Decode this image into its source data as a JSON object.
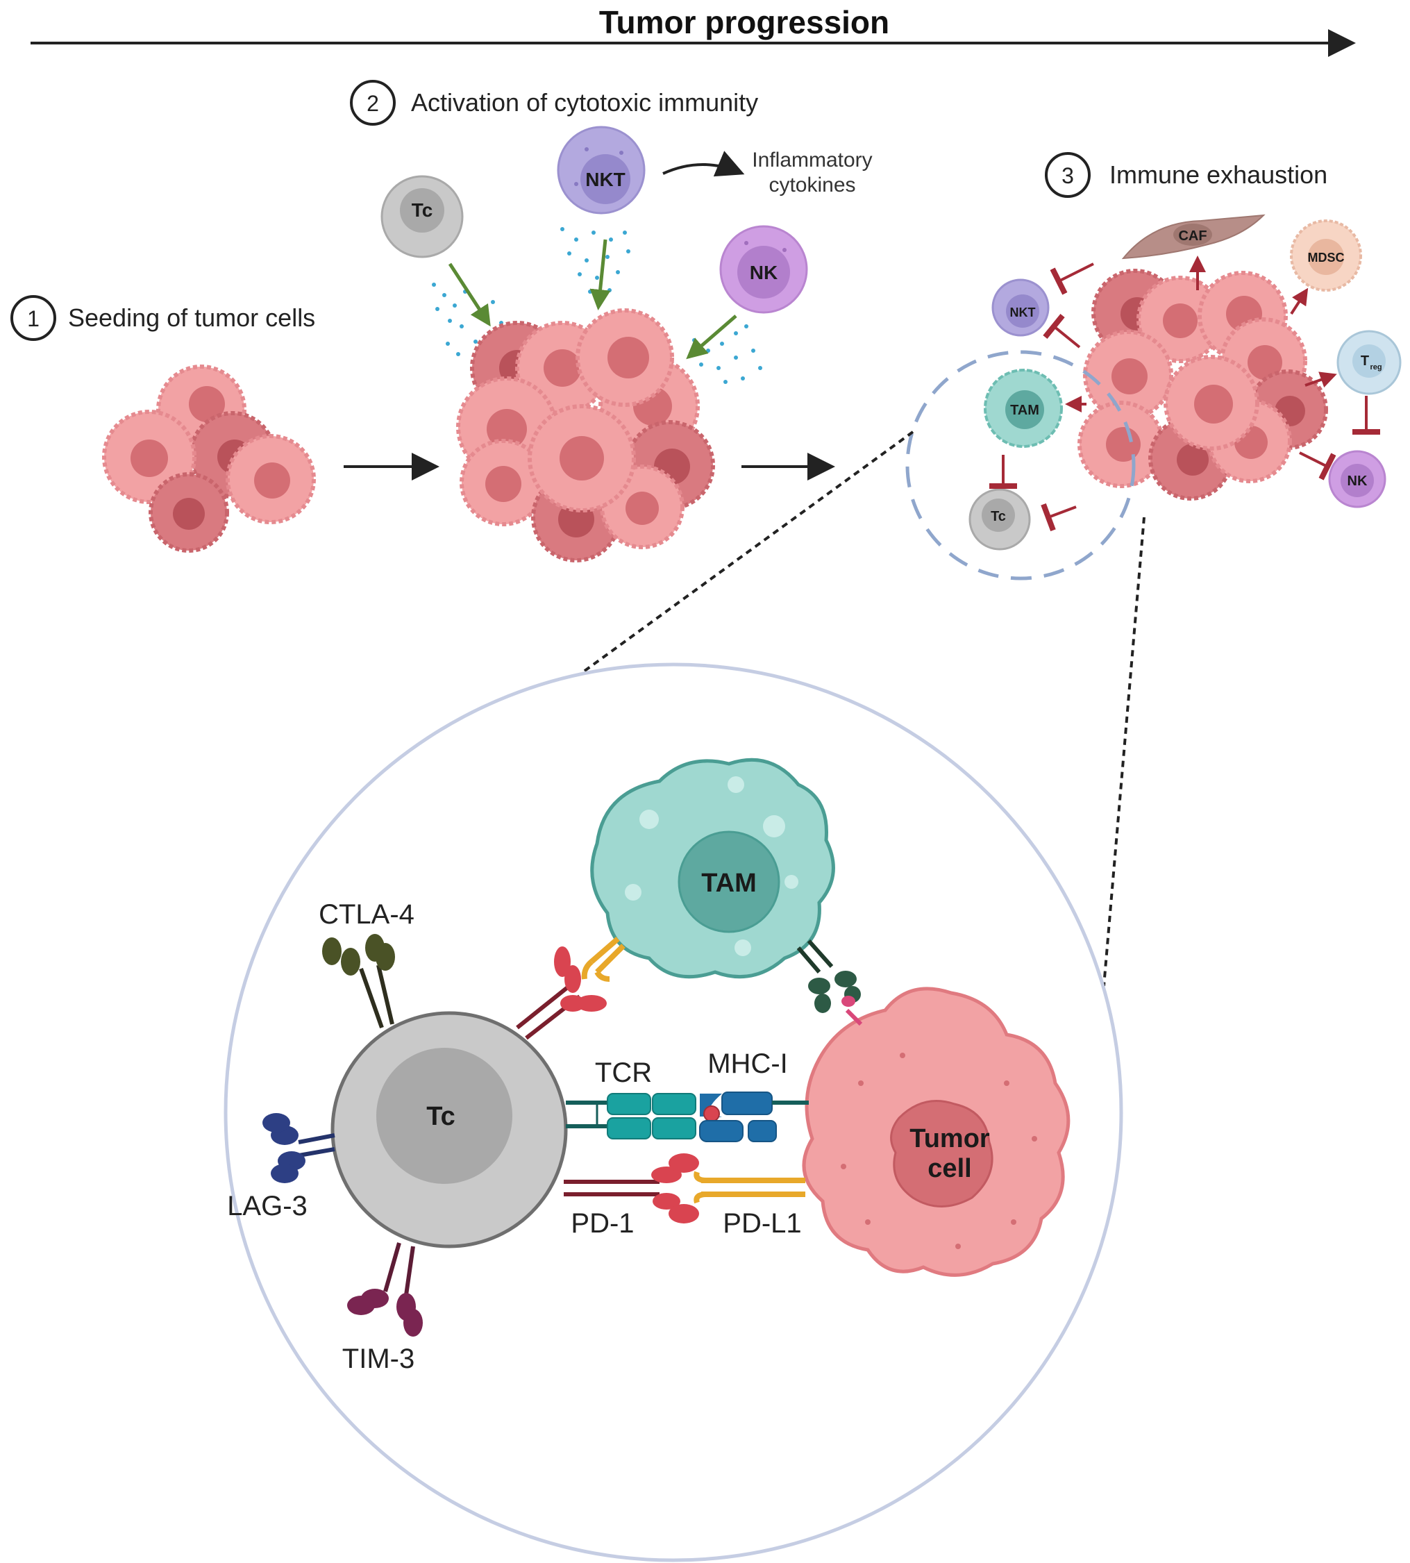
{
  "title": "Tumor progression",
  "steps": [
    {
      "number": "1",
      "label": "Seeding of tumor cells"
    },
    {
      "number": "2",
      "label": "Activation of cytotoxic immunity"
    },
    {
      "number": "3",
      "label": "Immune exhaustion"
    }
  ],
  "stage2": {
    "cytokines_line1": "Inflammatory",
    "cytokines_line2": "cytokines",
    "cells": {
      "tc": "Tc",
      "nkt": "NKT",
      "nk": "NK"
    }
  },
  "stage3": {
    "cells": {
      "caf": "CAF",
      "mdsc": "MDSC",
      "nkt": "NKT",
      "treg_main": "T",
      "treg_sub": "reg",
      "tam": "TAM",
      "tc": "Tc",
      "nk": "NK"
    }
  },
  "zoom": {
    "tam": "TAM",
    "tc": "Tc",
    "tumor_line1": "Tumor",
    "tumor_line2": "cell",
    "receptors": {
      "ctla4": "CTLA-4",
      "lag3": "LAG-3",
      "tim3": "TIM-3",
      "tcr": "TCR",
      "mhc1": "MHC-I",
      "pd1": "PD-1",
      "pdl1": "PD-L1"
    }
  },
  "colors": {
    "tumor": "#f2a2a4",
    "tumor_dark": "#d97a80",
    "tumor_core": "#d46e74",
    "tc": "#c9c9c9",
    "nkt": "#b3a9df",
    "nk": "#cf9ee3",
    "tam": "#9fd8d0",
    "caf": "#b78e88",
    "mdsc": "#f7d5c4",
    "treg": "#cfe3ef",
    "inhibit": "#a52a37",
    "green_arrow": "#5a8a34",
    "dots": "#3ba7d2"
  }
}
